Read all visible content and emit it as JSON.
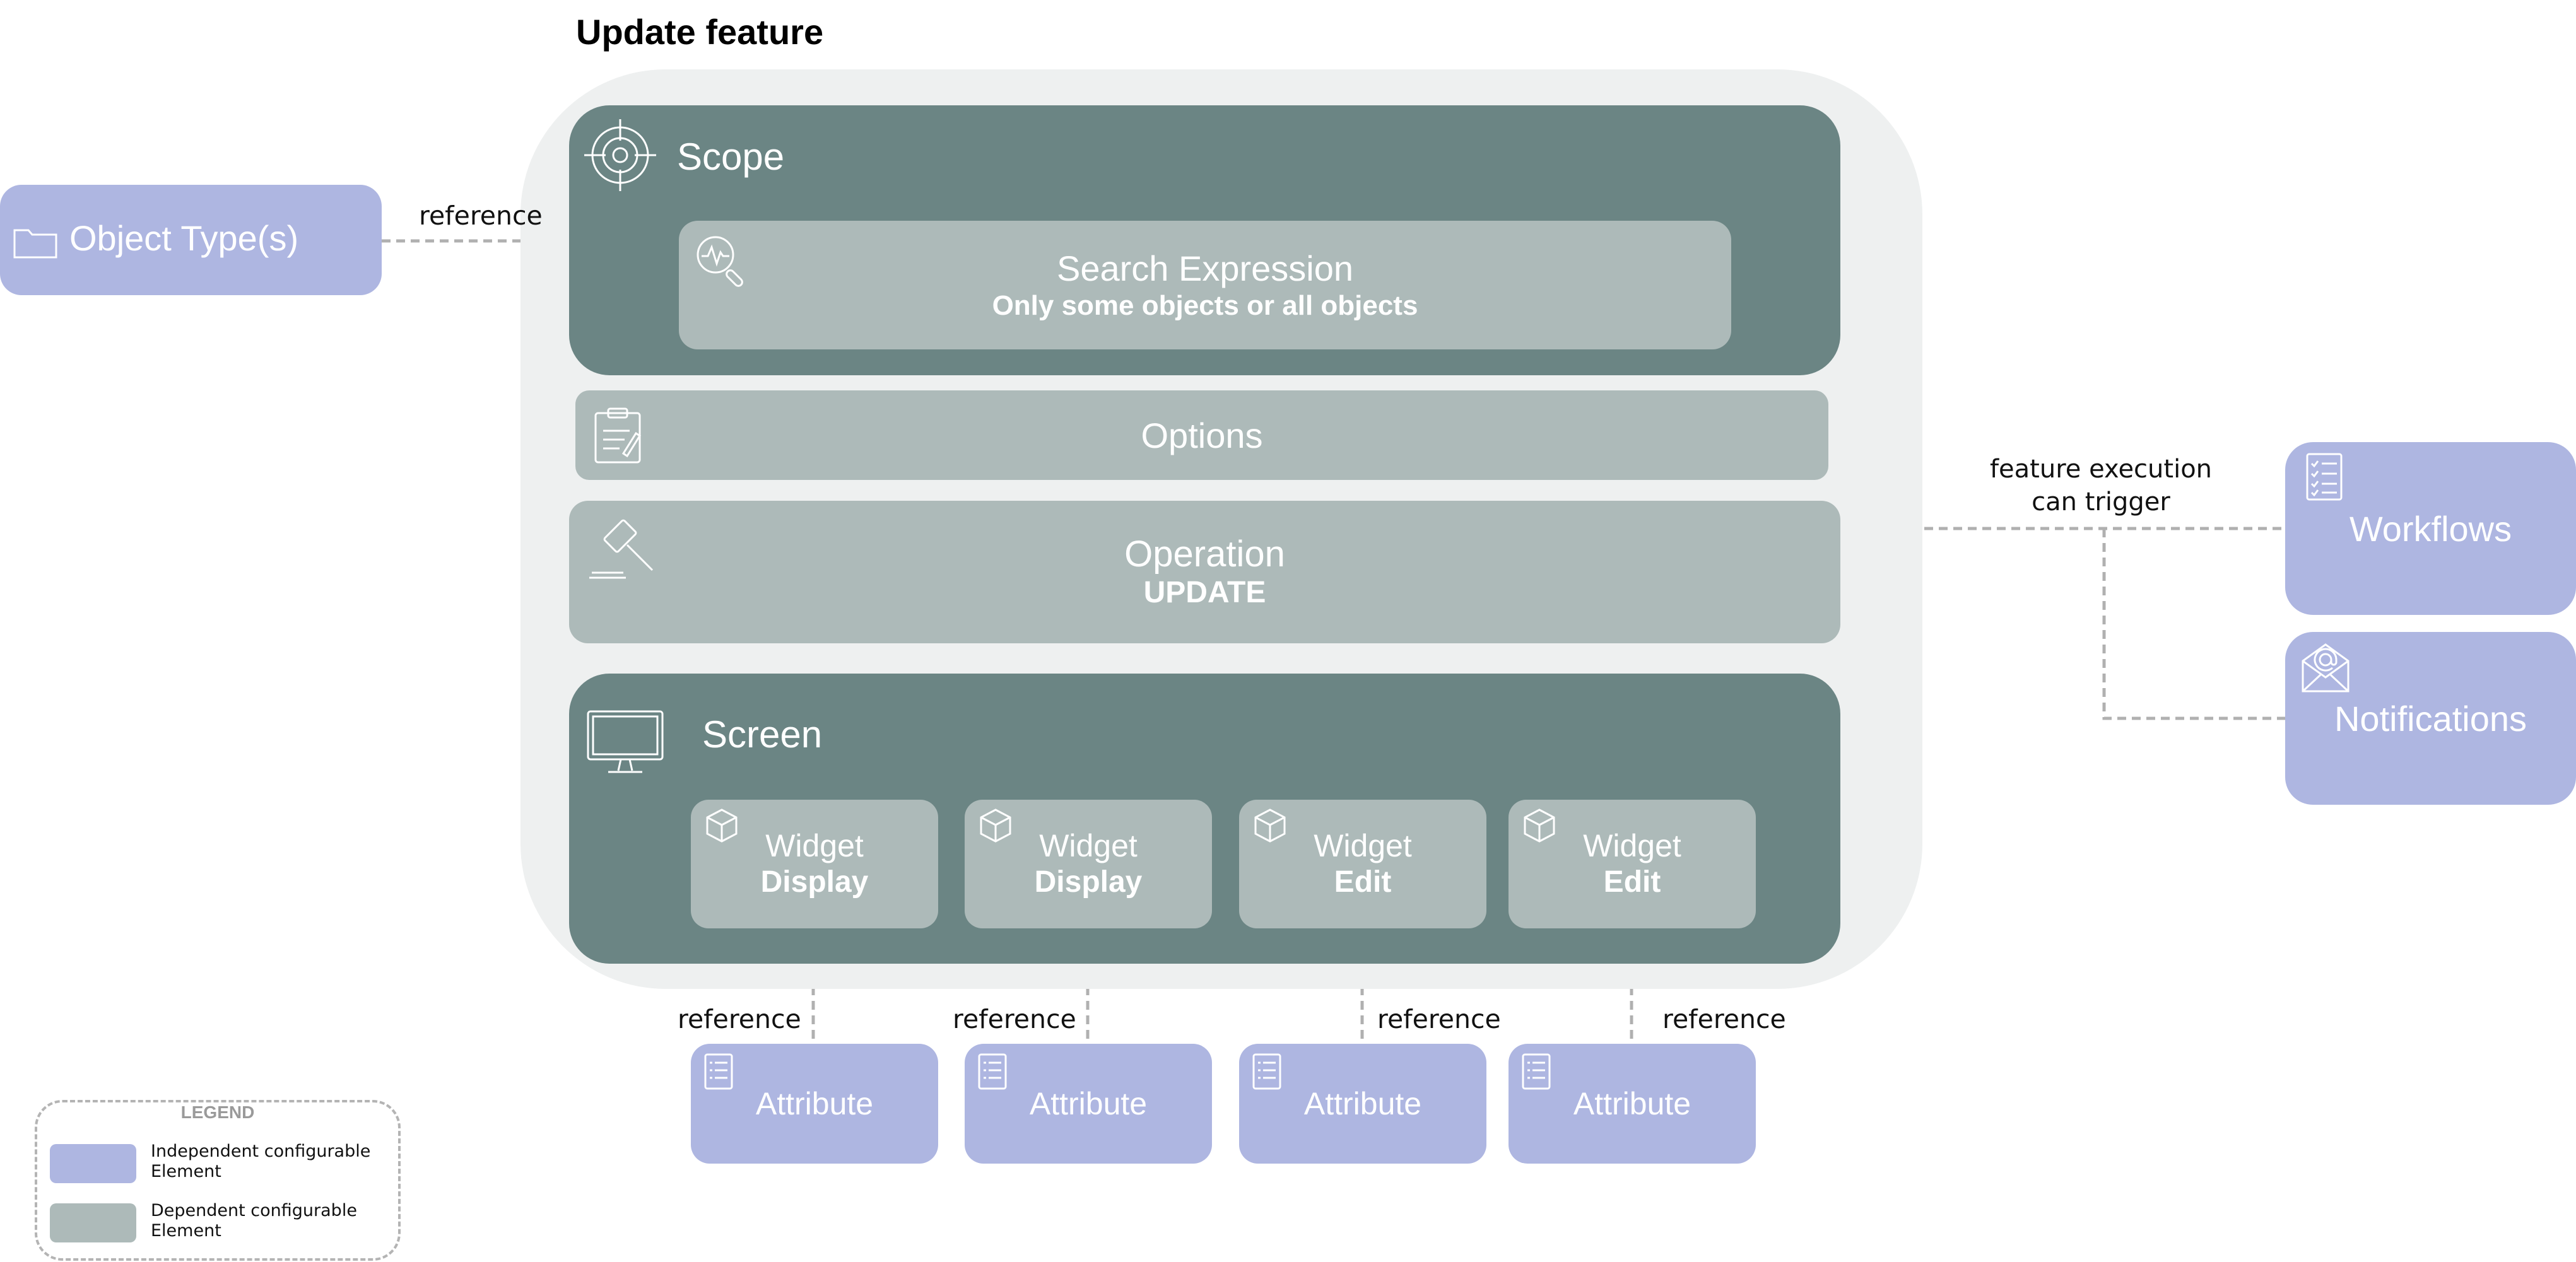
{
  "title": "Update feature",
  "object_types": {
    "label": "Object Type(s)",
    "icon": "folder-icon"
  },
  "reference_label": "reference",
  "scope": {
    "label": "Scope",
    "icon": "target-icon",
    "search": {
      "title": "Search Expression",
      "subtitle": "Only some objects or all objects",
      "icon": "search-magnifier-icon"
    }
  },
  "options": {
    "label": "Options",
    "icon": "clipboard-icon"
  },
  "operation": {
    "title": "Operation",
    "subtitle": "UPDATE",
    "icon": "gavel-icon"
  },
  "screen": {
    "label": "Screen",
    "icon": "monitor-icon",
    "widgets": [
      {
        "title": "Widget",
        "mode": "Display"
      },
      {
        "title": "Widget",
        "mode": "Display"
      },
      {
        "title": "Widget",
        "mode": "Edit"
      },
      {
        "title": "Widget",
        "mode": "Edit"
      }
    ]
  },
  "attributes": [
    "Attribute",
    "Attribute",
    "Attribute",
    "Attribute"
  ],
  "trigger_label": "feature execution can trigger",
  "workflows": {
    "label": "Workflows",
    "icon": "checklist-icon"
  },
  "notifications": {
    "label": "Notifications",
    "icon": "envelope-icon"
  },
  "legend": {
    "title": "LEGEND",
    "items": [
      {
        "label": "Independent configurable Element",
        "color": "#aeb6e1"
      },
      {
        "label": "Dependent configurable Element",
        "color": "#adbab9"
      }
    ]
  },
  "colors": {
    "independent": "#aeb6e1",
    "dependent": "#adbab9",
    "container_dark": "#6b8584",
    "feature_bg": "#eef0f0"
  }
}
